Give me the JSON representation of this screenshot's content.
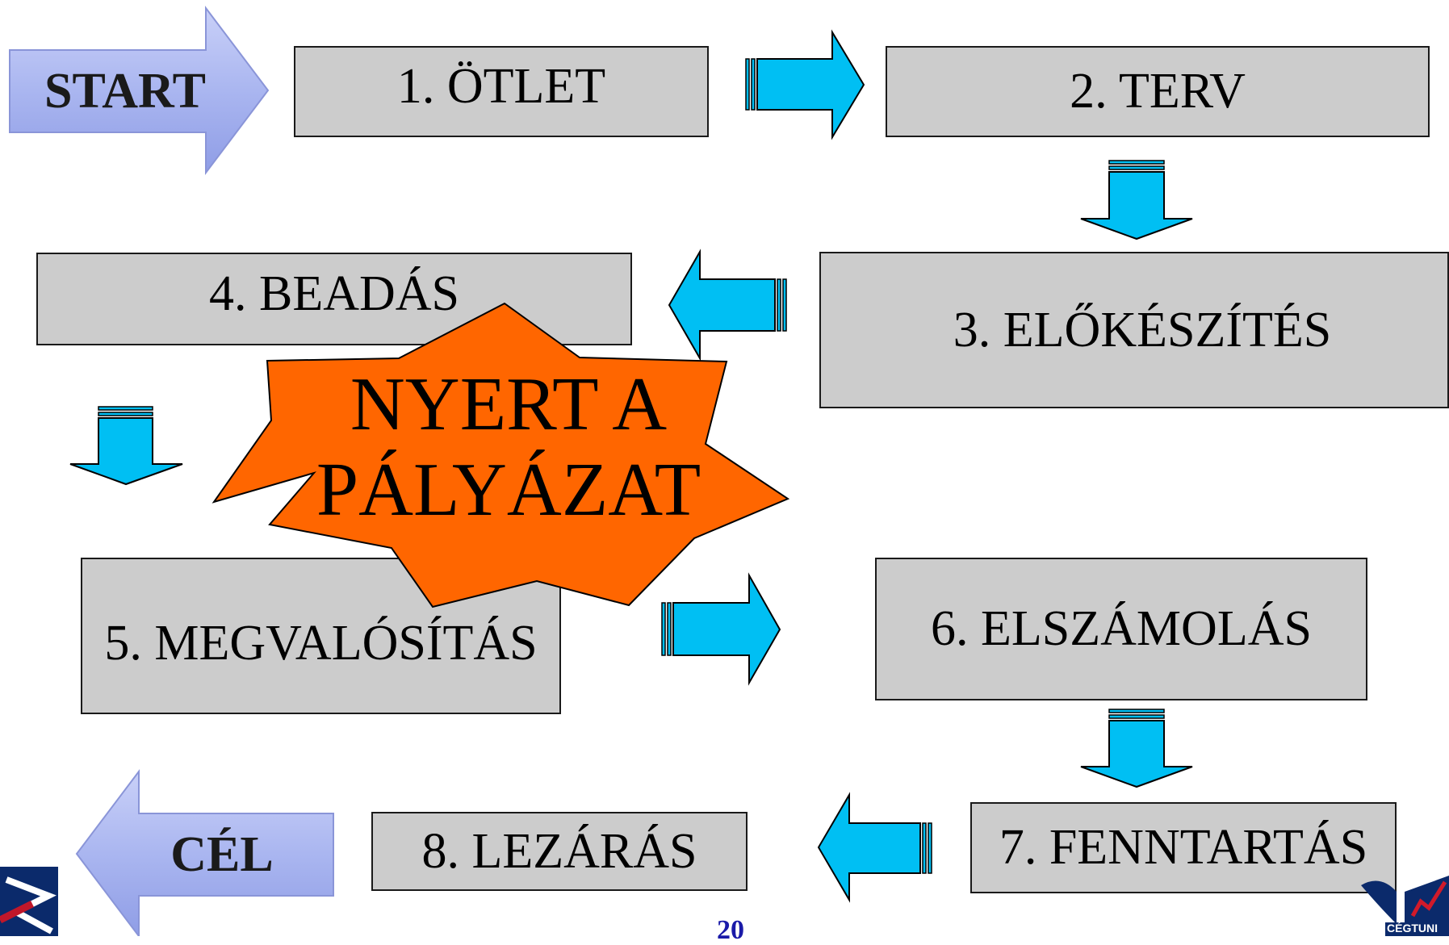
{
  "steps": {
    "s1": "1. ÖTLET",
    "s2": "2. TERV",
    "s3": "3. ELŐKÉSZÍTÉS",
    "s4": "4. BEADÁS",
    "s5": "5. MEGVALÓSÍTÁS",
    "s6": "6. ELSZÁMOLÁS",
    "s7": "7. FENNTARTÁS",
    "s8": "8. LEZÁRÁS"
  },
  "start_label": "START",
  "goal_label": "CÉL",
  "star": {
    "line1": "NYERT A",
    "line2": "PÁLYÁZAT"
  },
  "page_number": "20",
  "logo_right": {
    "text": "CÉGTUNI"
  },
  "colors": {
    "box_fill": "#cccccc",
    "arrow_fill": "#00bff3",
    "big_arrow_fill": "#aab6f0",
    "star_fill": "#ff6600",
    "page_number_color": "#1a1aa8"
  }
}
